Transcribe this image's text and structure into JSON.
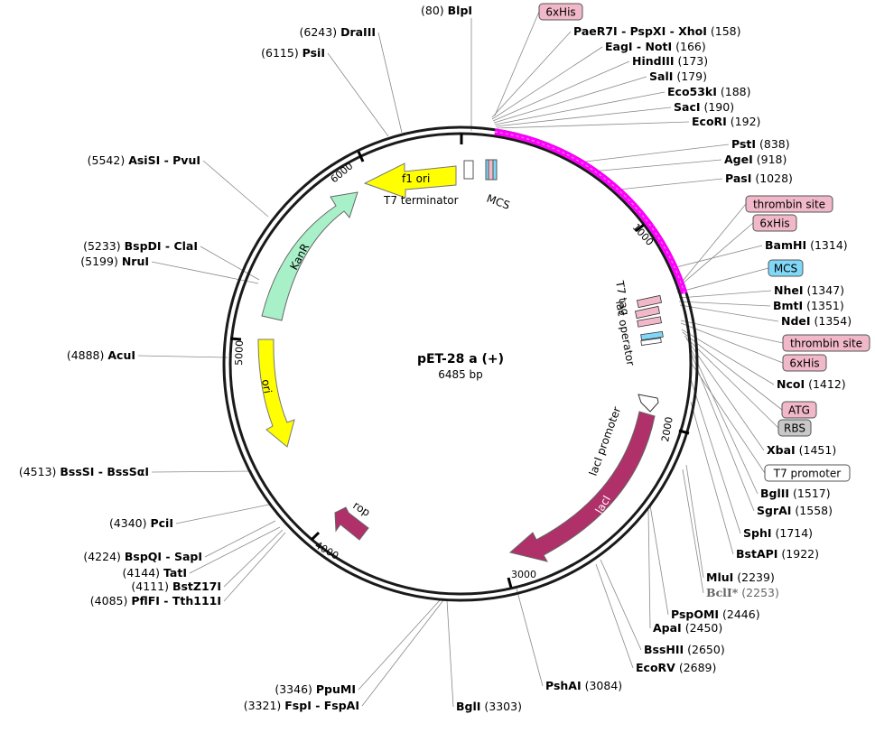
{
  "plasmid": {
    "name": "pET-28 a (+)",
    "size": "6485 bp"
  },
  "colors": {
    "backbone": "#1a1a1a",
    "mcs_region": "#ff00ff",
    "f1_ori": "#ffff00",
    "ori": "#ffff00",
    "kanr": "#a8f0c8",
    "laci": "#b0306a",
    "rop": "#b0306a",
    "his_tag": "#f0b8c8",
    "mcs_tag": "#7fd8f8",
    "rbs_tag": "#c8c8c8",
    "t7_promoter_tag": "#ffffff"
  },
  "ticks": [
    "1000",
    "2000",
    "3000",
    "4000",
    "5000",
    "6000"
  ],
  "features": {
    "f1_ori": "f1 ori",
    "kanr": "KanR",
    "ori": "ori",
    "rop": "rop",
    "laci": "lacI",
    "laci_promoter": "lacI promoter",
    "t7_terminator": "T7 terminator",
    "mcs": "MCS",
    "t7_tag": "T7 tag",
    "lac_operator": "lac operator"
  },
  "left_labels": [
    {
      "pos": "(6243)",
      "name": "DraIII"
    },
    {
      "pos": "(6115)",
      "name": "PsiI"
    },
    {
      "pos": "(5542)",
      "name": "AsiSI - PvuI"
    },
    {
      "pos": "(5233)",
      "name": "BspDI - ClaI"
    },
    {
      "pos": "(5199)",
      "name": "NruI"
    },
    {
      "pos": "(4888)",
      "name": "AcuI"
    },
    {
      "pos": "(4513)",
      "name": "BssSI - BssSαI"
    },
    {
      "pos": "(4340)",
      "name": "PciI"
    },
    {
      "pos": "(4224)",
      "name": "BspQI - SapI"
    },
    {
      "pos": "(4144)",
      "name": "TatI"
    },
    {
      "pos": "(4111)",
      "name": "BstZ17I"
    },
    {
      "pos": "(4085)",
      "name": "PflFI - Tth111I"
    },
    {
      "pos": "(3346)",
      "name": "PpuMI"
    },
    {
      "pos": "(3321)",
      "name": "FspI - FspAI"
    }
  ],
  "top_label": {
    "pos": "(80)",
    "name": "BlpI"
  },
  "right_labels": [
    {
      "name": "PaeR7I - PspXI - XhoI",
      "pos": "(158)"
    },
    {
      "name": "EagI - NotI",
      "pos": "(166)"
    },
    {
      "name": "HindIII",
      "pos": "(173)"
    },
    {
      "name": "SalI",
      "pos": "(179)"
    },
    {
      "name": "Eco53kI",
      "pos": "(188)"
    },
    {
      "name": "SacI",
      "pos": "(190)"
    },
    {
      "name": "EcoRI",
      "pos": "(192)"
    },
    {
      "name": "PstI",
      "pos": "(838)"
    },
    {
      "name": "AgeI",
      "pos": "(918)"
    },
    {
      "name": "PasI",
      "pos": "(1028)"
    },
    {
      "name": "BamHI",
      "pos": "(1314)"
    },
    {
      "name": "NheI",
      "pos": "(1347)"
    },
    {
      "name": "BmtI",
      "pos": "(1351)"
    },
    {
      "name": "NdeI",
      "pos": "(1354)"
    },
    {
      "name": "NcoI",
      "pos": "(1412)"
    },
    {
      "name": "XbaI",
      "pos": "(1451)"
    },
    {
      "name": "BglII",
      "pos": "(1517)"
    },
    {
      "name": "SgrAI",
      "pos": "(1558)"
    },
    {
      "name": "SphI",
      "pos": "(1714)"
    },
    {
      "name": "BstAPI",
      "pos": "(1922)"
    },
    {
      "name": "MluI",
      "pos": "(2239)"
    },
    {
      "name": "BclI*",
      "pos": "(2253)"
    },
    {
      "name": "PspOMI",
      "pos": "(2446)"
    },
    {
      "name": "ApaI",
      "pos": "(2450)"
    },
    {
      "name": "BssHII",
      "pos": "(2650)"
    },
    {
      "name": "EcoRV",
      "pos": "(2689)"
    },
    {
      "name": "PshAI",
      "pos": "(3084)"
    },
    {
      "name": "BglI",
      "pos": "(3303)"
    }
  ],
  "tag_boxes": [
    {
      "text": "6xHis",
      "color": "#f0b8c8"
    },
    {
      "text": "thrombin site",
      "color": "#f0b8c8"
    },
    {
      "text": "6xHis",
      "color": "#f0b8c8"
    },
    {
      "text": "MCS",
      "color": "#7fd8f8"
    },
    {
      "text": "thrombin site",
      "color": "#f0b8c8"
    },
    {
      "text": "6xHis",
      "color": "#f0b8c8"
    },
    {
      "text": "ATG",
      "color": "#f0b8c8"
    },
    {
      "text": "RBS",
      "color": "#c8c8c8"
    },
    {
      "text": "T7 promoter",
      "color": "#ffffff"
    }
  ]
}
